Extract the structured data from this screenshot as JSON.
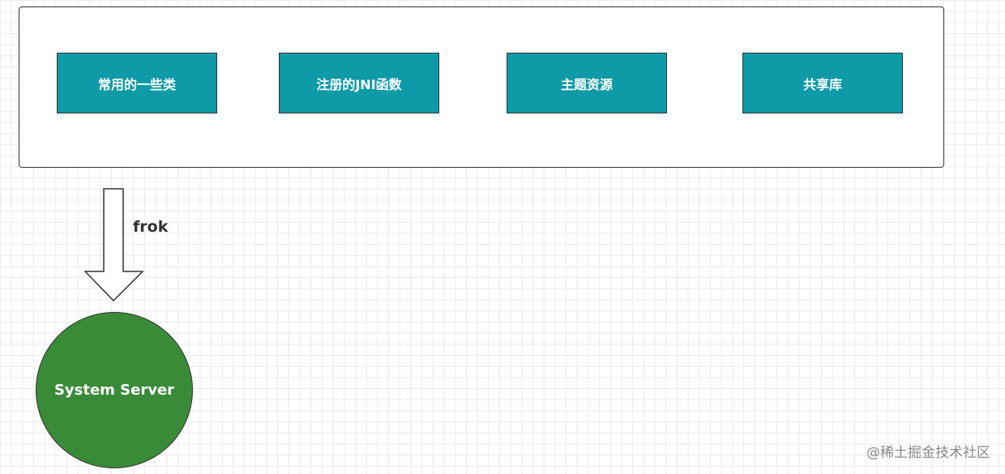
{
  "diagram": {
    "modules": [
      {
        "label": "常用的一些类"
      },
      {
        "label": "注册的JNI函数"
      },
      {
        "label": "主题资源"
      },
      {
        "label": "共享库"
      }
    ],
    "edge_label": "frok",
    "target_node": "System Server"
  },
  "watermark": "@稀土掘金技术社区",
  "colors": {
    "module_fill": "#0e9aa7",
    "node_fill": "#3a8b38",
    "stroke": "#333333"
  }
}
